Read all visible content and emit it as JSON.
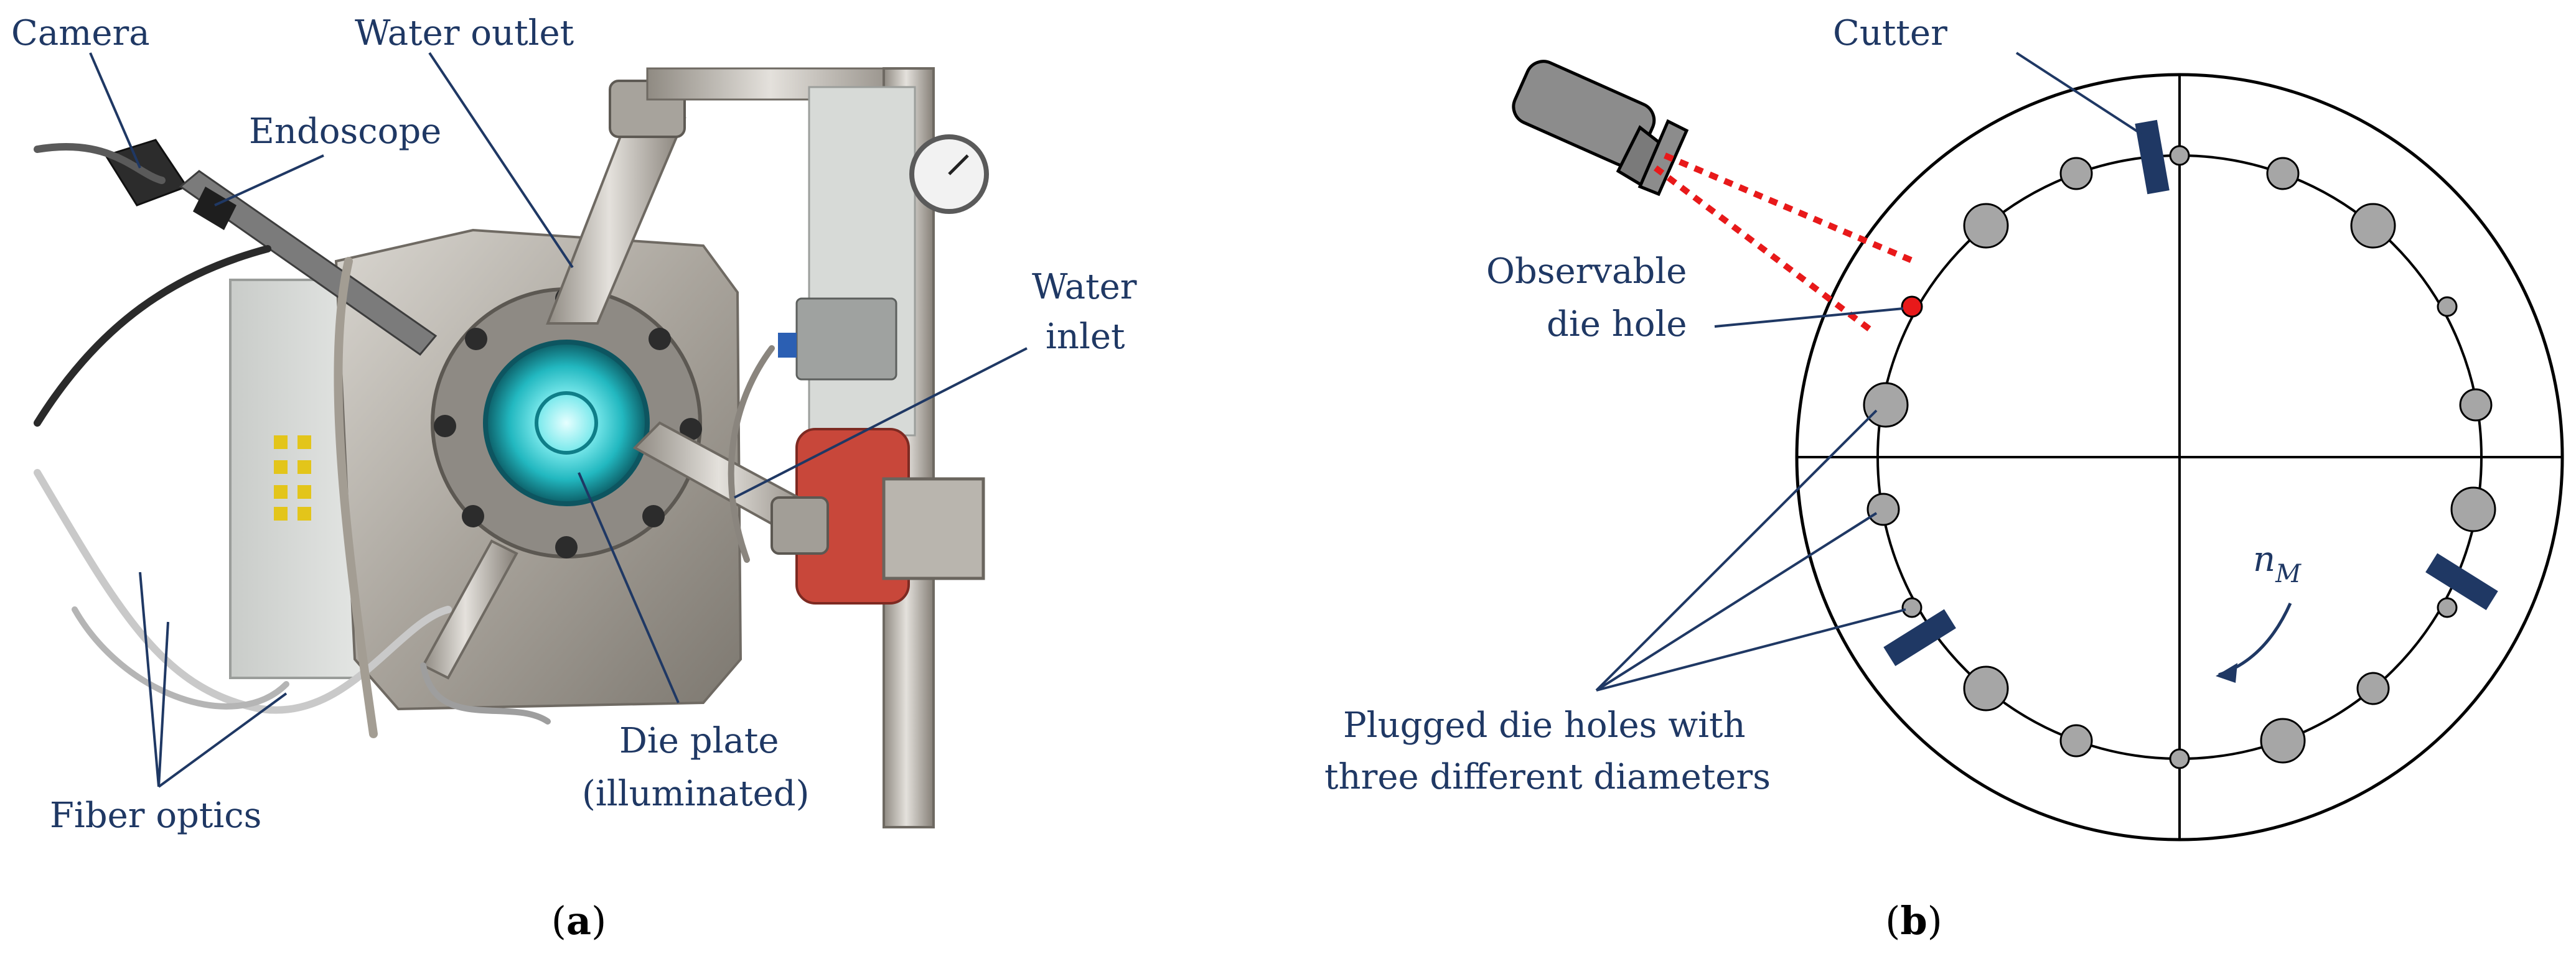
{
  "panel_a": {
    "caption": "a",
    "labels": {
      "camera": "Camera",
      "water_outlet": "Water outlet",
      "endoscope": "Endoscope",
      "water_inlet_1": "Water",
      "water_inlet_2": "inlet",
      "die_plate_1": "Die plate",
      "die_plate_2": "(illuminated)",
      "fiber_optics": "Fiber optics"
    }
  },
  "panel_b": {
    "caption": "b",
    "labels": {
      "cutter": "Cutter",
      "observable_1": "Observable",
      "observable_2": "die hole",
      "plugged_1": "Plugged die holes with",
      "plugged_2": "three different diameters",
      "speed_symbol": "n",
      "speed_subscript": "M"
    }
  },
  "colors": {
    "label_text": "#1f3864",
    "leader_line": "#1f3864",
    "cutter": "#1f3864",
    "observable_hole": "#e8191a",
    "plugged_hole": "#a6a6a6",
    "sight_line": "#e8191a",
    "camera_body": "#8c8c8c",
    "illumination": "#2fd3d8"
  }
}
